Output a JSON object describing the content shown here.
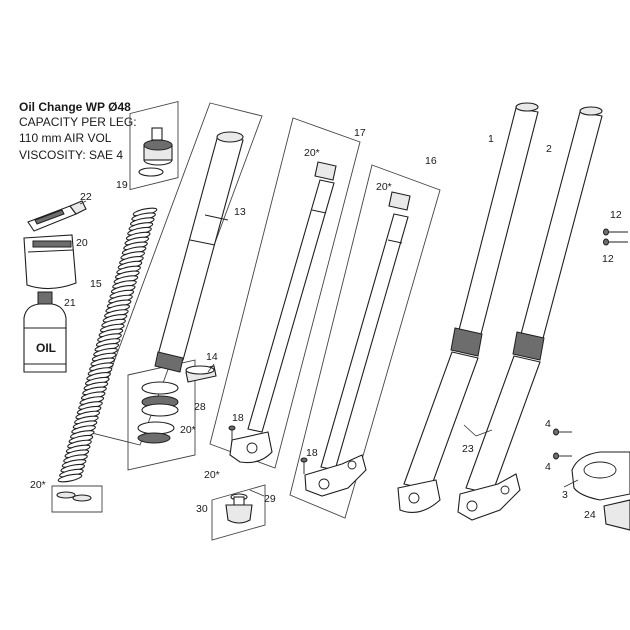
{
  "header": {
    "title": "Oil Change WP Ø48",
    "capacity": "CAPACITY PER LEG:",
    "volume": "110 mm AIR VOL",
    "viscosity": "VISCOSITY: SAE 4"
  },
  "labels": {
    "p1": "1",
    "p2": "2",
    "p3": "3",
    "p4a": "4",
    "p4b": "4",
    "p12a": "12",
    "p12b": "12",
    "p13": "13",
    "p14": "14",
    "p15": "15",
    "p16": "16",
    "p17": "17",
    "p18a": "18",
    "p18b": "18",
    "p19": "19",
    "p20a": "20",
    "p20b": "20*",
    "p20c": "20*",
    "p20d": "20*",
    "p20e": "20*",
    "p20f": "20*",
    "p21": "21",
    "p22": "22",
    "p23": "23",
    "p24": "24",
    "p28": "28",
    "p29": "29",
    "p30": "30",
    "oil": "OIL"
  }
}
